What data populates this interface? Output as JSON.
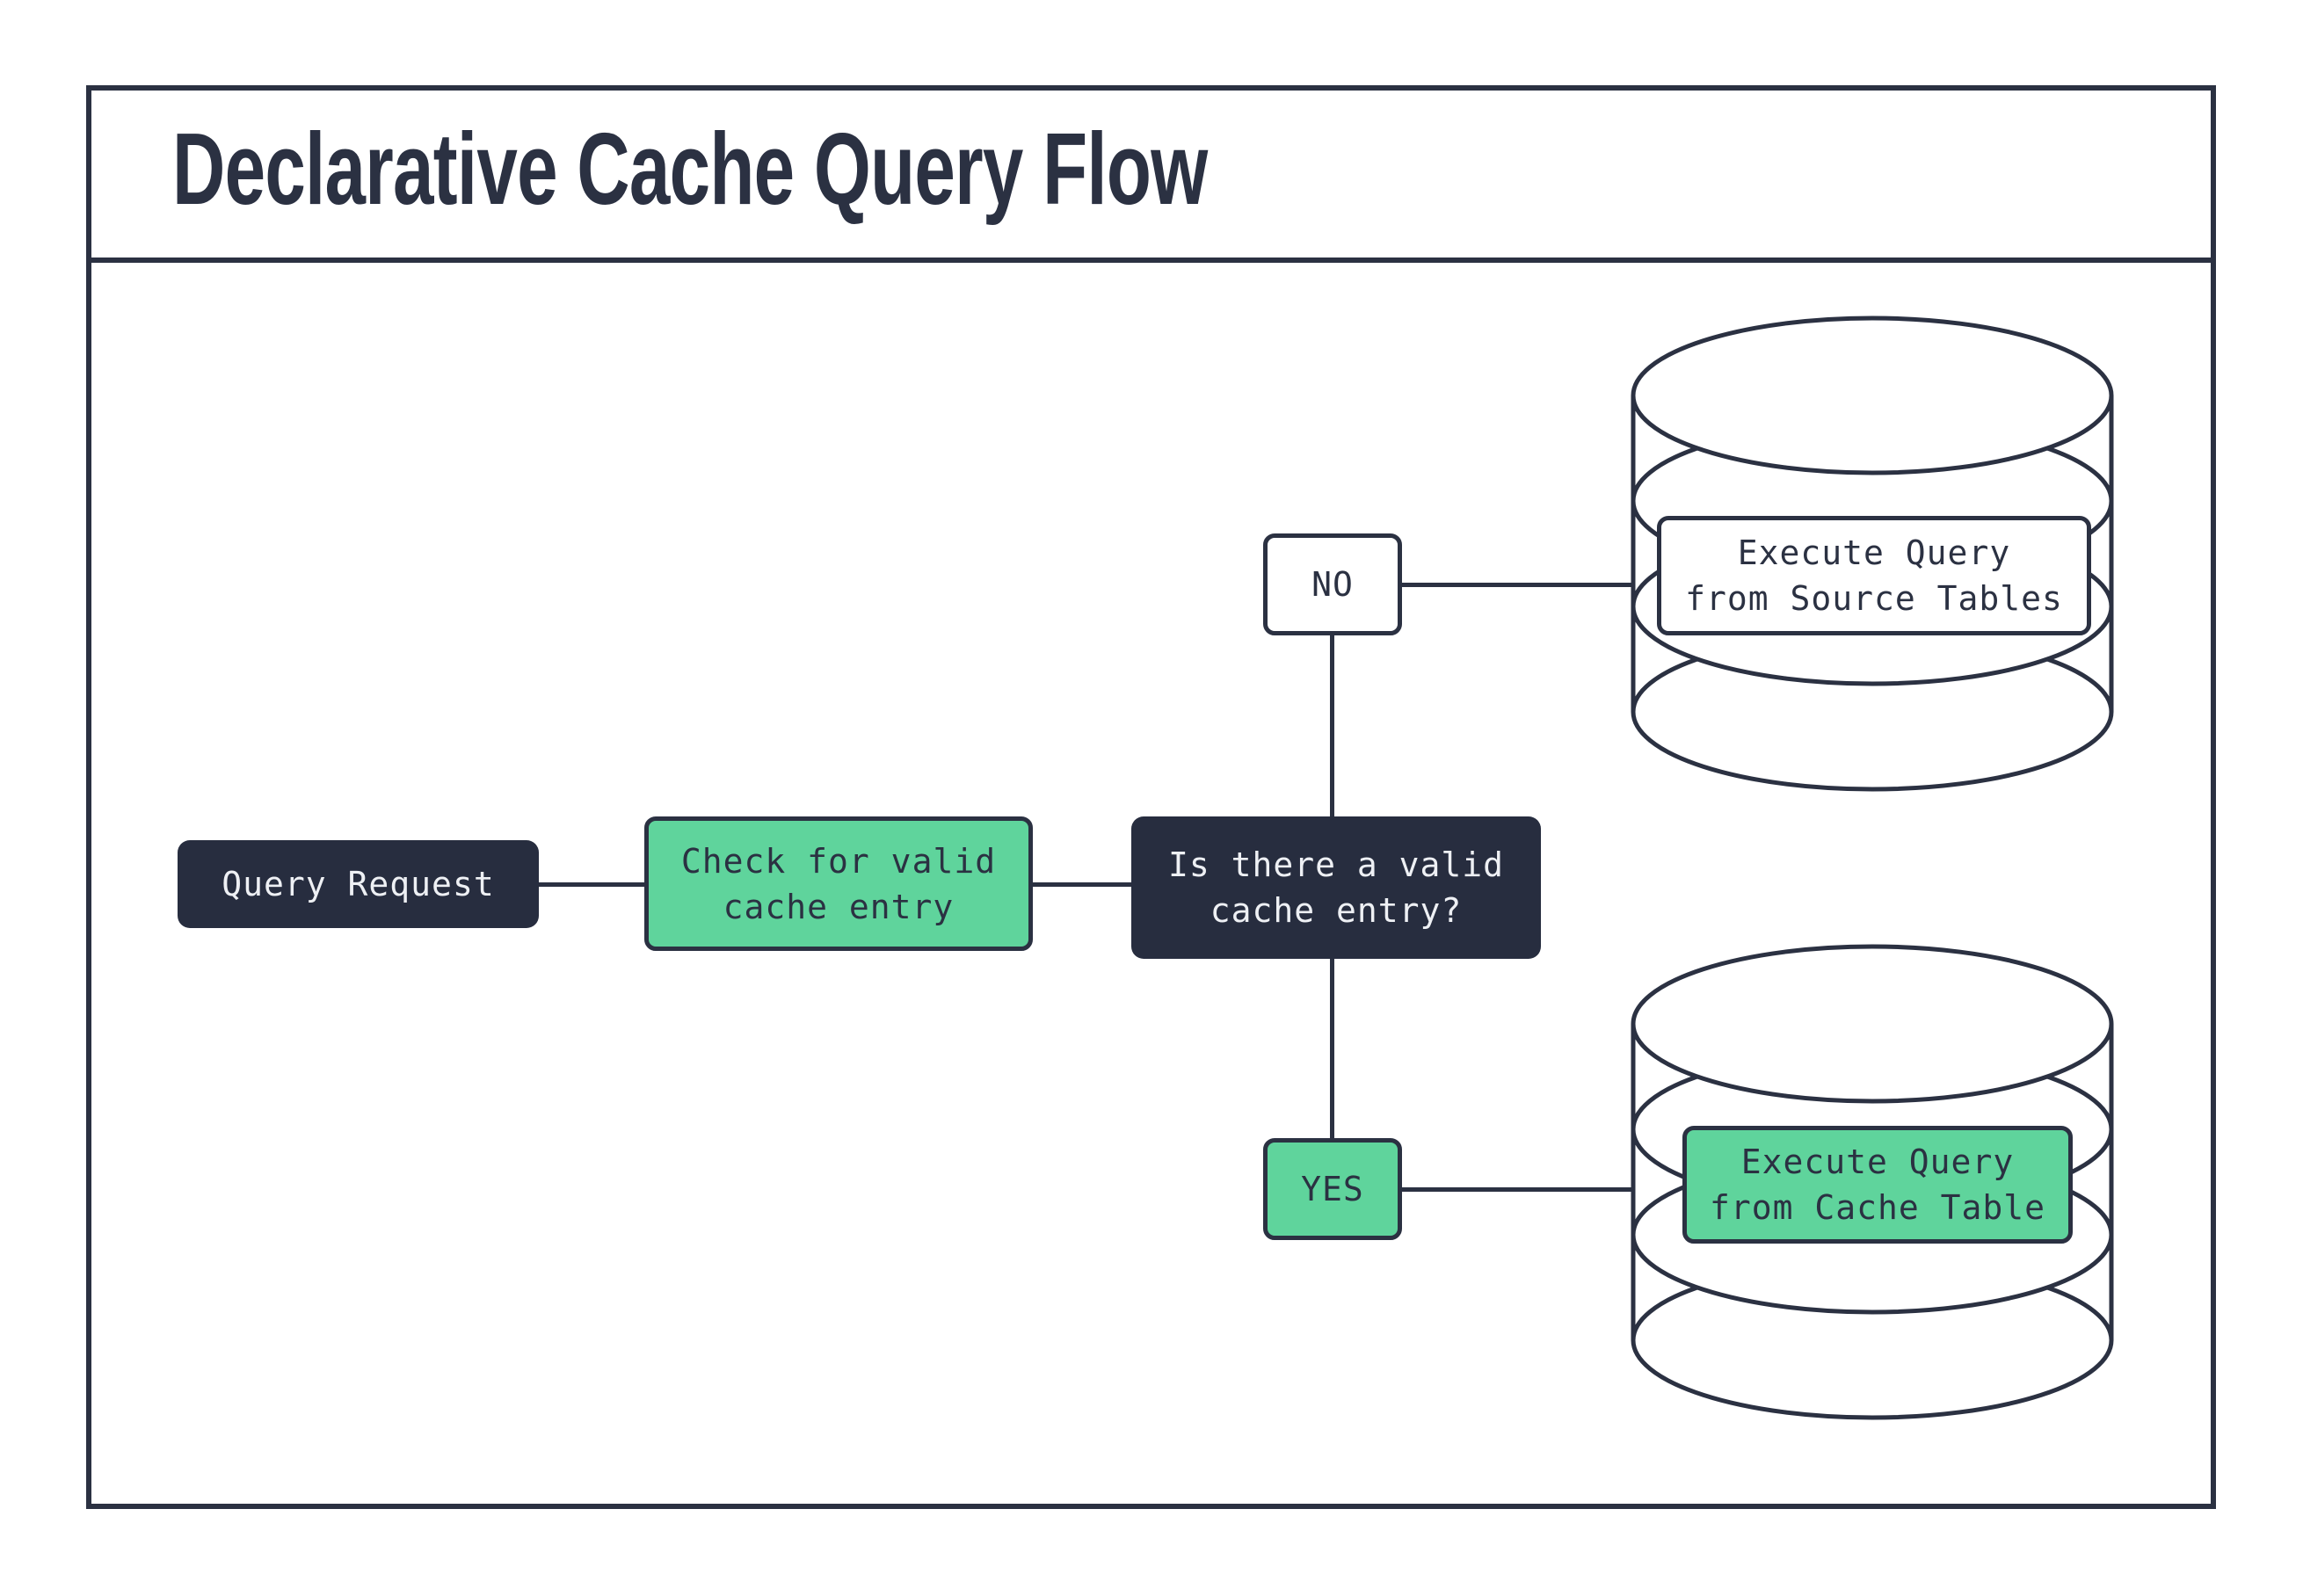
{
  "title": "Declarative Cache Query Flow",
  "palette": {
    "ink": "#2b3142",
    "node_dark_fill": "#272d3f",
    "node_green_fill": "#5fd49c",
    "node_white_fill": "#ffffff",
    "light_text": "#eef0f4",
    "background": "#ffffff"
  },
  "nodes": {
    "query_request": {
      "label": "Query Request",
      "type": "start"
    },
    "check_cache": {
      "label": "Check for valid\ncache entry",
      "type": "process"
    },
    "decision": {
      "label": "Is there a valid\ncache entry?",
      "type": "decision"
    },
    "no_branch": {
      "label": "NO",
      "type": "branch"
    },
    "yes_branch": {
      "label": "YES",
      "type": "branch"
    },
    "source_db_action": {
      "label": "Execute Query\nfrom Source Tables",
      "type": "database-action"
    },
    "cache_db_action": {
      "label": "Execute Query\nfrom Cache Table",
      "type": "database-action"
    }
  },
  "edges": [
    {
      "from": "query_request",
      "to": "check_cache"
    },
    {
      "from": "check_cache",
      "to": "decision"
    },
    {
      "from": "decision",
      "to": "no_branch"
    },
    {
      "from": "no_branch",
      "to": "source_db_action"
    },
    {
      "from": "decision",
      "to": "yes_branch"
    },
    {
      "from": "yes_branch",
      "to": "cache_db_action"
    }
  ]
}
